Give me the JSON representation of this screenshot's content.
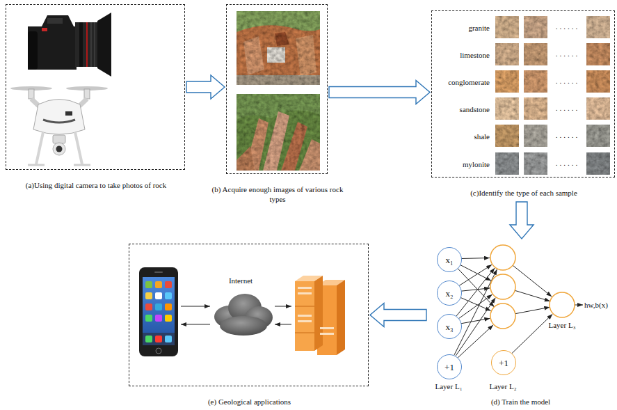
{
  "diagram": {
    "nodes": [
      {
        "text": [
          "(a)Using digital camera to take photos of rock"
        ]
      },
      {
        "text": [
          "(b) Acquire enough images of various rock types"
        ]
      },
      {
        "text": [
          "granite",
          "limestone",
          "conglomerate",
          "sandstone",
          "shale",
          "mylonite",
          "(c)Identify the type of each sample"
        ]
      },
      {
        "text": [
          "(d) Train the model"
        ]
      },
      {
        "text": [
          "x₁"
        ],
        "in": 3
      },
      {
        "text": [
          "x₂"
        ],
        "in": 3
      },
      {
        "text": [
          "x₃"
        ],
        "in": 3
      },
      {
        "text": [
          "+1"
        ],
        "in": 3
      },
      {
        "text": [
          "+1"
        ],
        "in": 3
      },
      {
        "text": [
          "Internet",
          "(e) Geological applications"
        ]
      }
    ],
    "edges": [
      {
        "from": 0,
        "to": 1,
        "arrow": "to"
      },
      {
        "from": 1,
        "to": 2,
        "arrow": "to"
      },
      {
        "from": 2,
        "to": 3,
        "arrow": "to"
      },
      {
        "from": 3,
        "to": 9,
        "arrow": "to"
      }
    ],
    "labels": [
      "......",
      "......",
      "......",
      "......",
      "......",
      "......",
      "Layer L₁",
      "Layer L₂",
      "Layer L₃",
      "hw,b(x)"
    ]
  }
}
